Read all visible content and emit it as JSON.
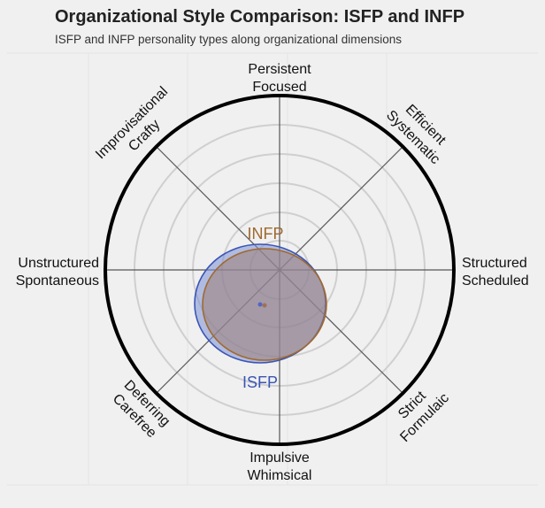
{
  "header": {
    "title": "Organizational Style Comparison: ISFP and INFP",
    "subtitle": "ISFP and INFP personality types along organizational dimensions"
  },
  "chart_data": {
    "type": "radar-ellipse",
    "title": "Organizational Style Comparison: ISFP and INFP",
    "subtitle": "ISFP and INFP personality types along organizational dimensions",
    "axes": [
      {
        "angle_deg": 90,
        "lines": [
          "Persistent",
          "Focused"
        ]
      },
      {
        "angle_deg": 45,
        "lines": [
          "Efficient",
          "Systematic"
        ]
      },
      {
        "angle_deg": 0,
        "lines": [
          "Structured",
          "Scheduled"
        ]
      },
      {
        "angle_deg": -45,
        "lines": [
          "Strict",
          "Formulaic"
        ]
      },
      {
        "angle_deg": -90,
        "lines": [
          "Impulsive",
          "Whimsical"
        ]
      },
      {
        "angle_deg": -135,
        "lines": [
          "Deferring",
          "Carefree"
        ]
      },
      {
        "angle_deg": 180,
        "lines": [
          "Unstructured",
          "Spontaneous"
        ]
      },
      {
        "angle_deg": 135,
        "lines": [
          "Improvisational",
          "Crafty"
        ]
      }
    ],
    "rings": 5,
    "grid": true,
    "series": [
      {
        "name": "ISFP",
        "color": "#3a55b4",
        "fill": "#7b8fd6",
        "center_offset": [
          -22,
          38
        ],
        "radius_x": 74,
        "radius_y": 67
      },
      {
        "name": "INFP",
        "color": "#a0692e",
        "fill": "#b08a78",
        "center_offset": [
          -17,
          39
        ],
        "radius_x": 70,
        "radius_y": 63
      }
    ],
    "labels": {
      "ISFP": "ISFP",
      "INFP": "INFP"
    }
  }
}
